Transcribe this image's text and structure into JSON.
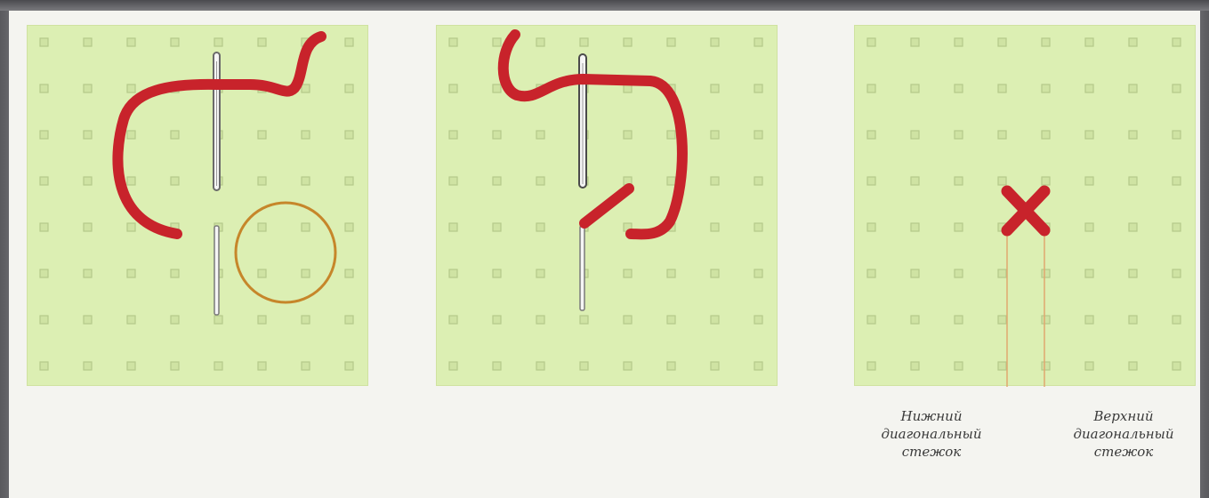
{
  "colors": {
    "background": "#f4f4f0",
    "canvas": "#dcefb3",
    "grid_hole": "#b5c98a",
    "thread": "#c8232b",
    "needle": "#6b6b6b",
    "highlight_circle": "#c6862a",
    "guide_lines": "#e0a870"
  },
  "panels": [
    {
      "id": "step-1",
      "icons": [
        "needle-icon",
        "thread-icon",
        "target-circle-icon"
      ]
    },
    {
      "id": "step-2",
      "icons": [
        "needle-icon",
        "thread-icon",
        "half-stitch-icon"
      ]
    },
    {
      "id": "step-3",
      "icons": [
        "cross-stitch-icon",
        "guide-line-icon"
      ]
    }
  ],
  "captions": {
    "lower": [
      "Нижний",
      "диагональный",
      "стежок"
    ],
    "upper": [
      "Верхний",
      "диагональный",
      "стежок"
    ]
  }
}
